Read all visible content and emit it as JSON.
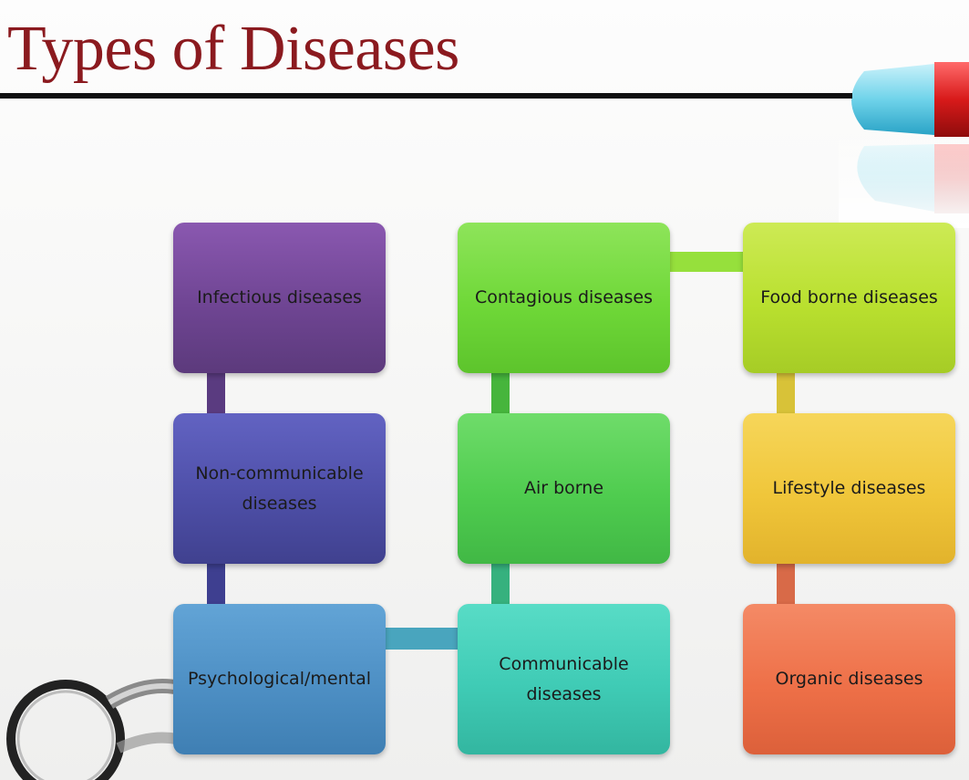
{
  "title": "Types of Diseases",
  "colors": {
    "title": "#8b1a1f",
    "infectious": "#6f4593",
    "non_communicable": "#4e4fa8",
    "psychological": "#4d8fc4",
    "communicable": "#3fcbb5",
    "air_borne": "#4fcc4f",
    "contagious": "#6fd838",
    "food_borne": "#b9e02f",
    "lifestyle": "#f0c63a",
    "organic": "#ee7048"
  },
  "diagram": {
    "nodes": {
      "infectious": "Infectious diseases",
      "non_communicable": "Non-communicable diseases",
      "psychological": "Psychological/mental",
      "communicable": "Communicable diseases",
      "air_borne": "Air borne",
      "contagious": "Contagious diseases",
      "food_borne": "Food borne diseases",
      "lifestyle": "Lifestyle diseases",
      "organic": "Organic diseases"
    }
  }
}
